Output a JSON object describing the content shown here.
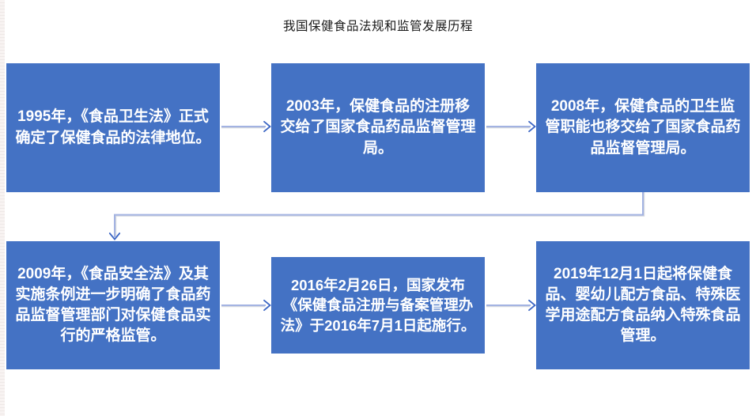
{
  "page": {
    "title": "我国保健食品法规和监管发展历程"
  },
  "colors": {
    "background": "#FFFFFF",
    "node_fill": "#4472C4",
    "node_text": "#FFFFFF",
    "connector_line": "#A3B3E2",
    "connector_arrowhead": "#3C66C4",
    "title_text": "#1A1A1A"
  },
  "flowchart": {
    "nodes": [
      {
        "id": "node-1995",
        "year": "1995",
        "text": "1995年，《食品卫生法》正式确定了保健食品的法律地位。"
      },
      {
        "id": "node-2003",
        "year": "2003",
        "text": "2003年，保健食品的注册移交给了国家食品药品监督管理局。"
      },
      {
        "id": "node-2008",
        "year": "2008",
        "text": "2008年，保健食品的卫生监管职能也移交给了国家食品药品监督管理局。"
      },
      {
        "id": "node-2009",
        "year": "2009",
        "text": "2009年，《食品安全法》及其实施条例进一步明确了食品药品监督管理部门对保健食品实行的严格监管。"
      },
      {
        "id": "node-2016",
        "year": "2016",
        "text": "2016年2月26日，国家发布《保健食品注册与备案管理办法》于2016年7月1日起施行。"
      },
      {
        "id": "node-2019",
        "year": "2019",
        "text": "2019年12月1日起将保健食品、婴幼儿配方食品、特殊医学用途配方食品纳入特殊食品管理。"
      }
    ],
    "connectors": [
      {
        "id": "arrow-1995-to-2003",
        "from": "node-1995",
        "to": "node-2003",
        "shape": "straight-right"
      },
      {
        "id": "arrow-2003-to-2008",
        "from": "node-2003",
        "to": "node-2008",
        "shape": "straight-right"
      },
      {
        "id": "arrow-2008-to-2009",
        "from": "node-2008",
        "to": "node-2009",
        "shape": "elbow-down-left-down"
      },
      {
        "id": "arrow-2009-to-2016",
        "from": "node-2009",
        "to": "node-2016",
        "shape": "straight-right"
      },
      {
        "id": "arrow-2016-to-2019",
        "from": "node-2016",
        "to": "node-2019",
        "shape": "straight-right"
      }
    ]
  }
}
